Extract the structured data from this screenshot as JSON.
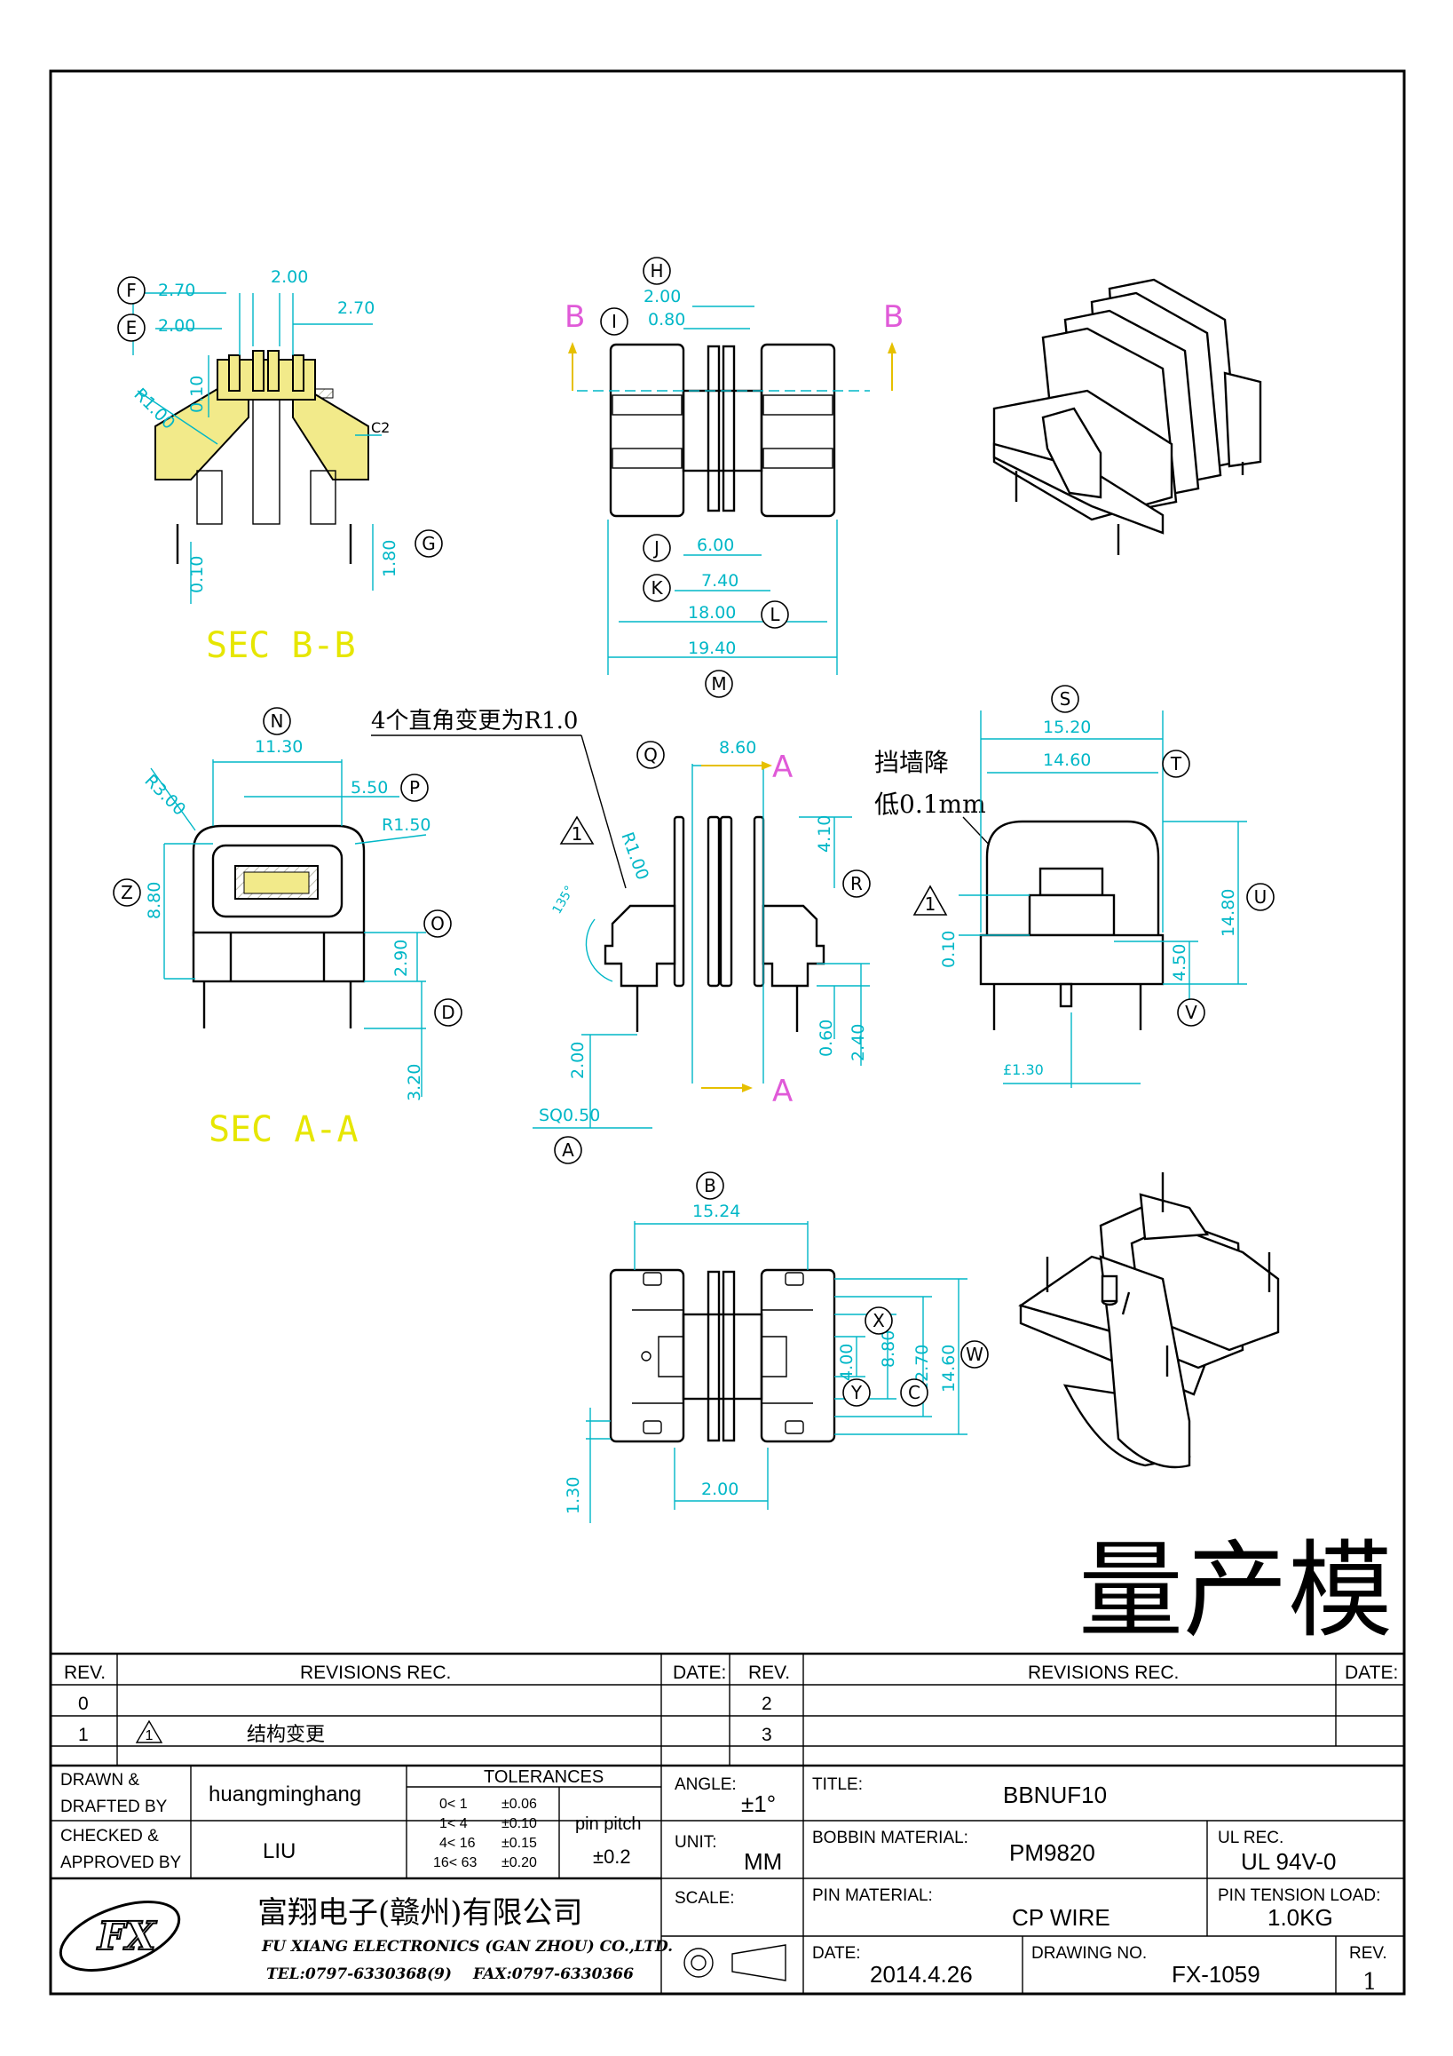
{
  "sec_bb": {
    "title": "SEC B-B",
    "labels": {
      "F": "F",
      "E": "E",
      "G": "G"
    },
    "dims": {
      "f": "2.70",
      "e": "2.00",
      "top": "2.00",
      "right": "2.70",
      "r": "R1.00",
      "v010a": "0.10",
      "c2": "C2",
      "v010b": "0.10",
      "v180": "1.80"
    }
  },
  "top_view": {
    "labels": {
      "H": "H",
      "I": "I",
      "J": "J",
      "K": "K",
      "L": "L",
      "M": "M"
    },
    "dims": {
      "h": "2.00",
      "i": "0.80",
      "j": "6.00",
      "k": "7.40",
      "l": "18.00",
      "m": "19.40"
    },
    "section": {
      "left": "B",
      "right": "B"
    }
  },
  "sec_aa": {
    "title": "SEC A-A",
    "labels": {
      "N": "N",
      "P": "P",
      "Z": "Z",
      "O": "O",
      "D": "D"
    },
    "dims": {
      "n": "11.30",
      "r3": "R3.00",
      "p": "5.50",
      "r15": "R1.50",
      "z": "8.80",
      "o": "2.90",
      "d": "3.20"
    }
  },
  "side_view": {
    "note": "4个直角变更为R1.0",
    "rev_mark": "1",
    "labels": {
      "Q": "Q",
      "R": "R",
      "A": "A"
    },
    "dims": {
      "q": "8.60",
      "r100": "R1.00",
      "v410": "4.10",
      "ang": "135°",
      "v200": "2.00",
      "sq": "SQ0.50",
      "v060": "0.60",
      "v240": "2.40"
    },
    "section": {
      "top": "A",
      "bottom": "A"
    }
  },
  "front_view": {
    "note_line1": "挡墙降",
    "note_line2": "低0.1mm",
    "rev_mark": "1",
    "labels": {
      "S": "S",
      "T": "T",
      "U": "U",
      "V": "V"
    },
    "dims": {
      "s": "15.20",
      "t": "14.60",
      "u": "14.80",
      "v010": "0.10",
      "v": "4.50",
      "e130": "£1.30"
    }
  },
  "bottom_view": {
    "labels": {
      "B": "B",
      "X": "X",
      "Y": "Y",
      "C": "C",
      "W": "W"
    },
    "dims": {
      "b": "15.24",
      "y": "4.00",
      "x": "8.80",
      "c": "12.70",
      "w": "14.60",
      "v130": "1.30",
      "v200": "2.00"
    }
  },
  "stamp": "量产模",
  "title_block": {
    "rev_header": "REV.",
    "revisions_header": "REVISIONS   REC.",
    "date_header": "DATE:",
    "rev_rows_left": [
      {
        "rev": "0",
        "text": ""
      },
      {
        "rev": "1",
        "mark": "1",
        "text": "结构变更"
      }
    ],
    "rev_rows_right": [
      {
        "rev": "2"
      },
      {
        "rev": "3"
      }
    ],
    "drawn_label": "DRAWN &\nDRAFTED BY",
    "drawn_label_1": "DRAWN &",
    "drawn_label_2": "DRAFTED  BY",
    "drawn_by": "huangminghang",
    "checked_label_1": "CHECKED &",
    "checked_label_2": "APPROVED BY",
    "checked_by": "LIU",
    "tolerances_header": "TOLERANCES",
    "tolerances": [
      {
        "range": "0<   1",
        "tol": "±0.06"
      },
      {
        "range": "1<   4",
        "tol": "±0.10"
      },
      {
        "range": "4<  16",
        "tol": "±0.15"
      },
      {
        "range": "16<  63",
        "tol": "±0.20"
      }
    ],
    "pin_pitch_label": "pin pitch",
    "pin_pitch_value": "±0.2",
    "angle_label": "ANGLE:",
    "angle_value": "±1°",
    "unit_label": "UNIT:",
    "unit_value": "MM",
    "scale_label": "SCALE:",
    "title_label": "TITLE:",
    "title_value": "BBNUF10",
    "bobbin_label": "BOBBIN MATERIAL:",
    "bobbin_value": "PM9820",
    "ul_label": "UL REC.",
    "ul_value": "UL 94V-0",
    "pin_material_label": "PIN MATERIAL:",
    "pin_material_value": "CP  WIRE",
    "pin_tension_label": "PIN TENSION LOAD:",
    "pin_tension_value": "1.0KG",
    "company_cn": "富翔电子(赣州)有限公司",
    "company_en": "FU XIANG ELECTRONICS (GAN ZHOU) CO.,LTD.",
    "tel": "TEL:0797-6330368(9)",
    "fax": "FAX:0797-6330366",
    "logo_text": "FX",
    "date_label": "DATE:",
    "date_value": "2014.4.26",
    "drawing_no_label": "DRAWING NO.",
    "drawing_no_value": "FX-1059",
    "rev_label": "REV.",
    "rev_value": "1"
  }
}
